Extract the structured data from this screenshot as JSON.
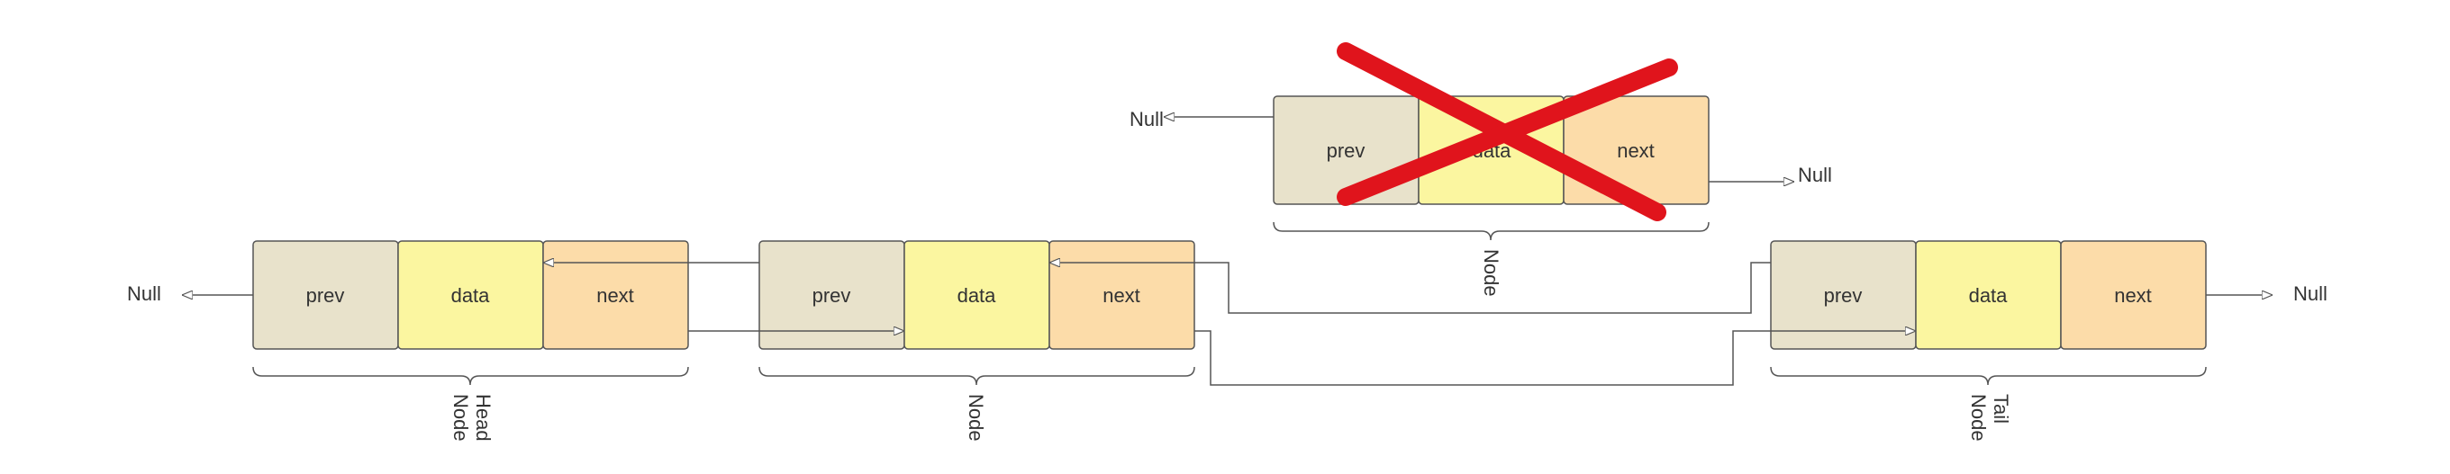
{
  "colors": {
    "prev": "#e8e2cb",
    "data": "#fbf6a0",
    "next": "#fcdca9",
    "line": "#555555",
    "cross": "#e0141c",
    "text": "#333333"
  },
  "null_label": "Null",
  "nodes": [
    {
      "id": "head",
      "cells": {
        "prev": "prev",
        "data": "data",
        "next": "next"
      },
      "caption": [
        "Head",
        "Node"
      ]
    },
    {
      "id": "middle",
      "cells": {
        "prev": "prev",
        "data": "data",
        "next": "next"
      },
      "caption": [
        "Node"
      ]
    },
    {
      "id": "removed",
      "cells": {
        "prev": "prev",
        "data": "data",
        "next": "next"
      },
      "caption": [
        "Node"
      ],
      "crossed_out": true
    },
    {
      "id": "tail",
      "cells": {
        "prev": "prev",
        "data": "data",
        "next": "next"
      },
      "caption": [
        "Tail",
        "Node"
      ]
    }
  ]
}
